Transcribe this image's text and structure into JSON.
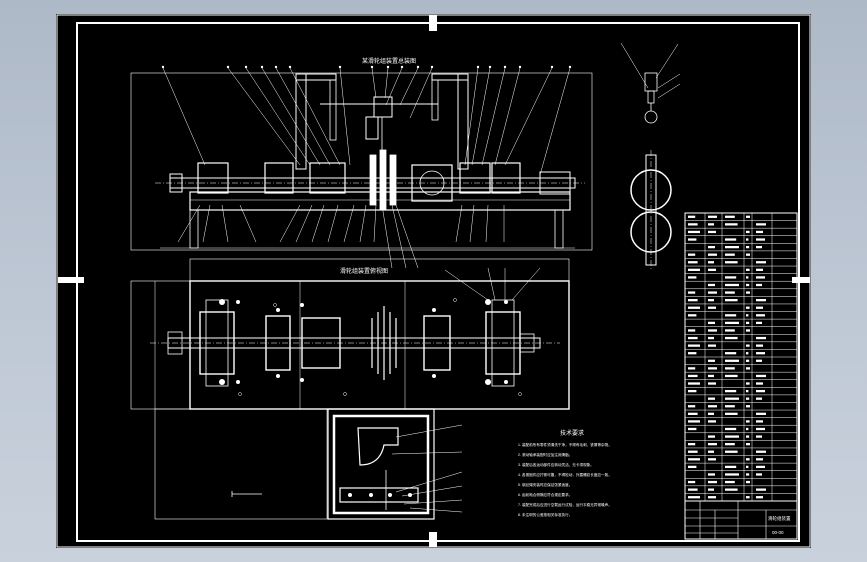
{
  "viewer": {
    "background_color": "#b8c3d1",
    "sheet_color": "#000000",
    "line_color": "#ffffff"
  },
  "sheet": {
    "elevation_view_title": "某滑轮组装置总装图",
    "plan_view_title": "滑轮组装置俯视图",
    "tech_requirements_title": "技术要求",
    "tech_requirements": [
      "1. 装配前所有零件须清洗干净，不得有毛刺、铁屑等杂物。",
      "2. 滚动轴承装配时应加注润滑脂。",
      "3. 装配后各运动部件应转动灵活，无卡滞现象。",
      "4. 各紧固件应拧紧可靠，不得松动，外露螺纹长度应一致。",
      "5. 钢丝绳安装时应保证张紧适度。",
      "6. 齿轮啮合侧隙应符合规定要求。",
      "7. 装配完成后应进行空载运行试验，运行平稳无异常噪声。",
      "8. 未注明的公差按相关标准执行。"
    ],
    "title_block_name": "滑轮组装置",
    "title_block_drawing_no": "00-00"
  }
}
